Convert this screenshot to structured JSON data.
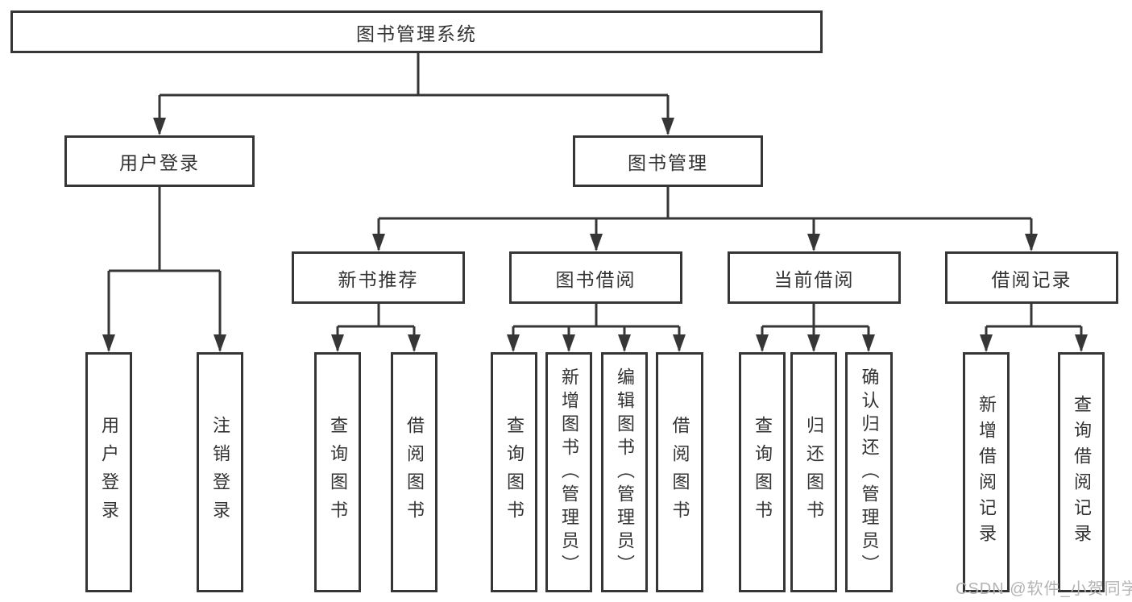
{
  "diagram": {
    "title": "图书管理系统",
    "stroke_color": "#363636",
    "text_color": "#333333"
  },
  "nodes": {
    "root": "图书管理系统",
    "user_login": "用户登录",
    "book_mgmt": "图书管理",
    "new_book_rec": "新书推荐",
    "book_borrow": "图书借阅",
    "current_borrow": "当前借阅",
    "borrow_record": "借阅记录",
    "leaf_login": "用户登录",
    "leaf_logout": "注销登录",
    "leaf_nbr_query": "查询图书",
    "leaf_nbr_borrow": "借阅图书",
    "leaf_bb_query": "查询图书",
    "leaf_bb_add": "新增图书（管理员）",
    "leaf_bb_edit": "编辑图书（管理员）",
    "leaf_bb_borrow": "借阅图书",
    "leaf_cb_query": "查询图书",
    "leaf_cb_return": "归还图书",
    "leaf_cb_confirm": "确认归还（管理员）",
    "leaf_br_add": "新增借阅记录",
    "leaf_br_query": "查询借阅记录"
  },
  "watermark": {
    "text": "CSDN @软件_小贺同学",
    "color": "#b3b3b3"
  }
}
